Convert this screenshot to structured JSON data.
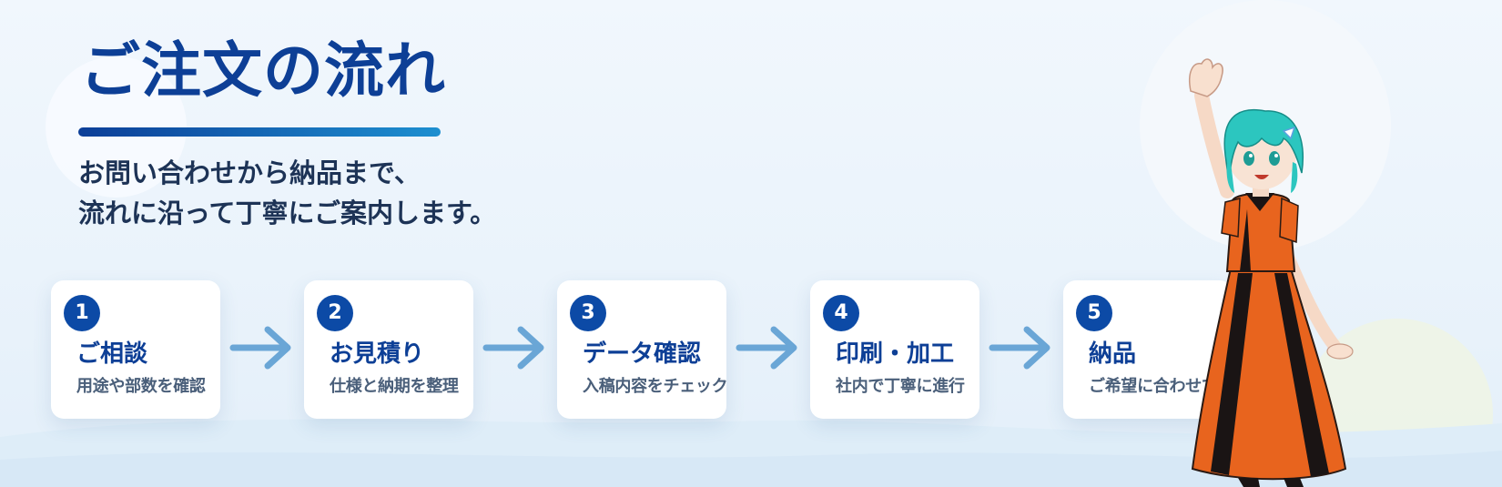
{
  "header": {
    "title": "ご注文の流れ",
    "subtitle_lines": [
      "お問い合わせから納品まで、",
      "流れに沿って丁寧にご案内します。"
    ]
  },
  "steps": [
    {
      "number": "1",
      "title": "ご相談",
      "description": "用途や部数を確認"
    },
    {
      "number": "2",
      "title": "お見積り",
      "description": "仕様と納期を整理"
    },
    {
      "number": "3",
      "title": "データ確認",
      "description": "入稿内容をチェック"
    },
    {
      "number": "4",
      "title": "印刷・加工",
      "description": "社内で丁寧に進行"
    },
    {
      "number": "5",
      "title": "納品",
      "description": "ご希望に合わせて"
    }
  ],
  "colors": {
    "primary": "#0d3f96",
    "badge": "#0c4aa6",
    "arrow": "#6aa6d6",
    "dress": "#e8641e",
    "hair": "#2cc6bf"
  },
  "icons": {
    "arrow": "arrow-right-icon",
    "character": "mascot-character-illustration"
  }
}
